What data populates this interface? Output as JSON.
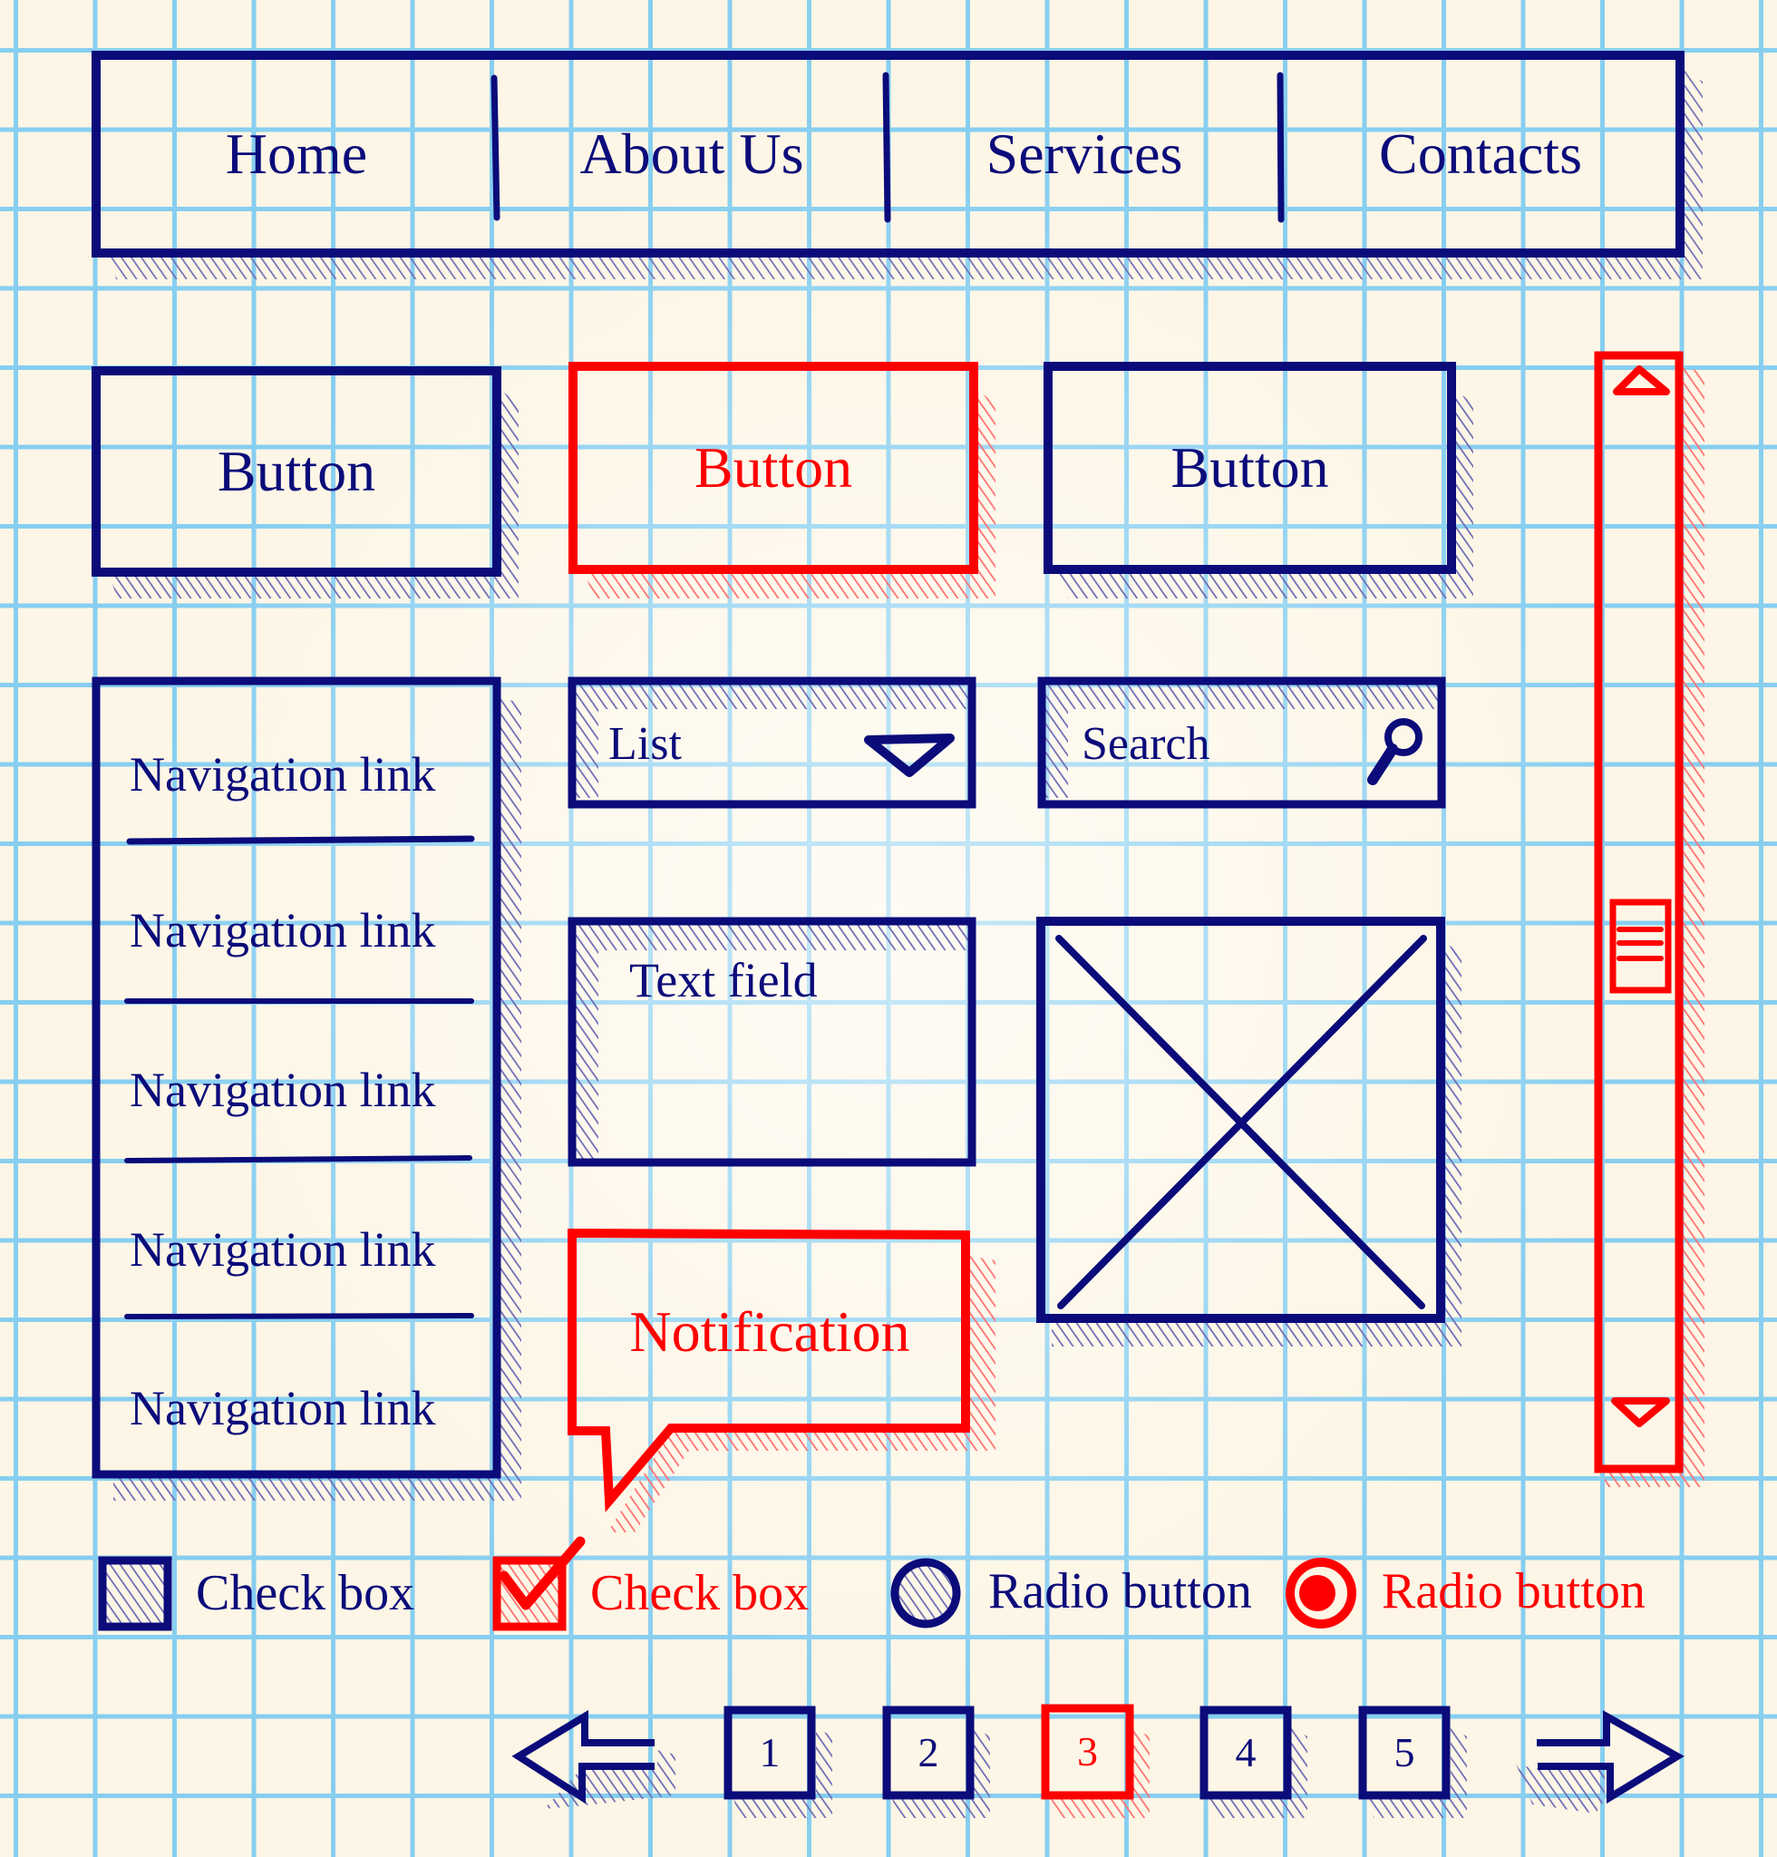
{
  "colors": {
    "ink": "#0b0b7a",
    "accent": "#ff0000",
    "grid": "#87cef0",
    "paper": "#fdf6e6"
  },
  "top_nav": {
    "items": [
      {
        "label": "Home"
      },
      {
        "label": "About Us"
      },
      {
        "label": "Services"
      },
      {
        "label": "Contacts"
      }
    ]
  },
  "buttons": [
    {
      "label": "Button",
      "state": "default"
    },
    {
      "label": "Button",
      "state": "active"
    },
    {
      "label": "Button",
      "state": "default"
    }
  ],
  "side_nav": {
    "items": [
      {
        "label": "Navigation link"
      },
      {
        "label": "Navigation link"
      },
      {
        "label": "Navigation link"
      },
      {
        "label": "Navigation link"
      },
      {
        "label": "Navigation link"
      }
    ]
  },
  "list_dropdown": {
    "value": "List",
    "icon": "triangle-down-icon"
  },
  "search": {
    "placeholder": "Search",
    "icon": "magnifier-icon"
  },
  "text_field": {
    "placeholder": "Text field"
  },
  "image_placeholder": {
    "icon": "image-placeholder-x-icon"
  },
  "notification": {
    "text": "Notification"
  },
  "scrollbar": {
    "up_icon": "triangle-up-icon",
    "down_icon": "triangle-down-icon",
    "thumb_position": 0.42
  },
  "checkboxes": [
    {
      "label": "Check box",
      "checked": false
    },
    {
      "label": "Check box",
      "checked": true
    }
  ],
  "radios": [
    {
      "label": "Radio button",
      "selected": false
    },
    {
      "label": "Radio button",
      "selected": true
    }
  ],
  "pagination": {
    "prev_icon": "arrow-left-icon",
    "next_icon": "arrow-right-icon",
    "pages": [
      "1",
      "2",
      "3",
      "4",
      "5"
    ],
    "current": "3"
  }
}
